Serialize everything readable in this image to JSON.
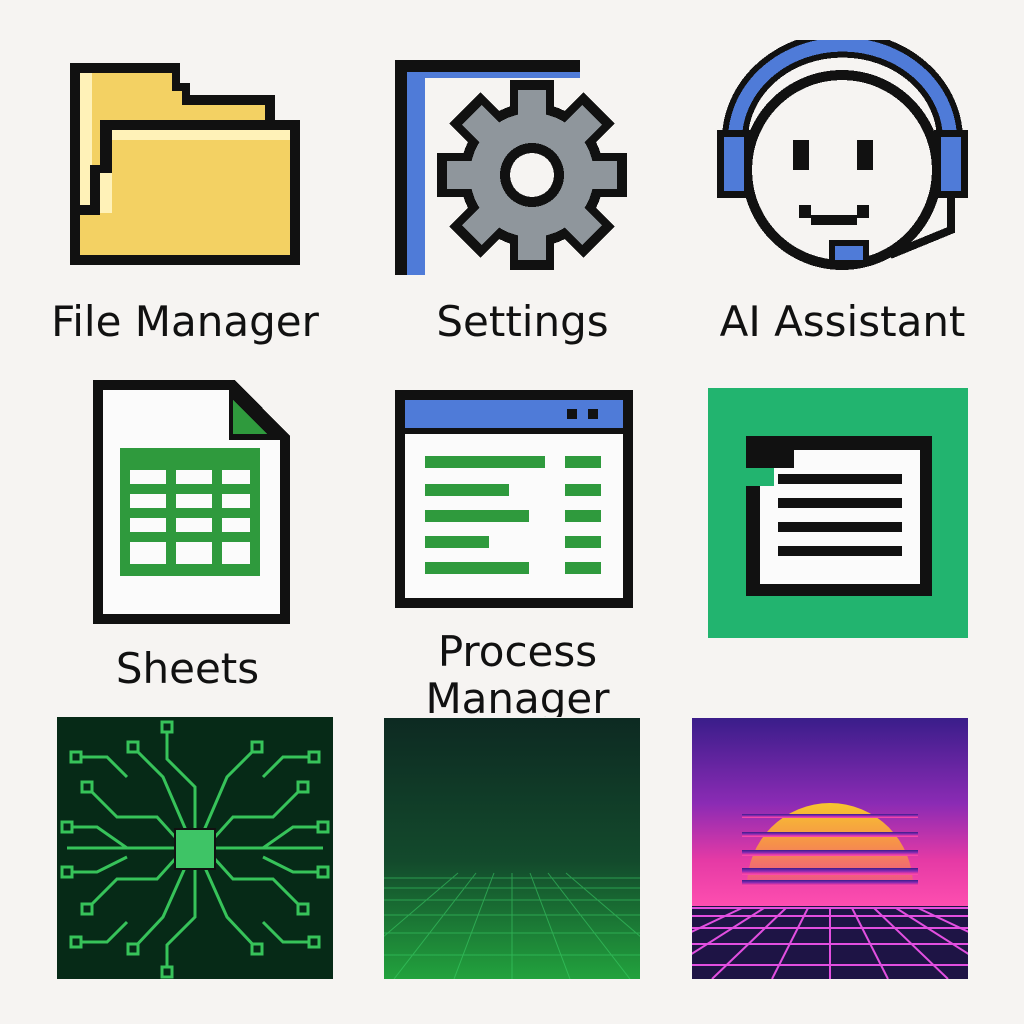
{
  "desktop": {
    "icons": [
      {
        "id": "file-manager",
        "label": "File Manager",
        "icon": "folder-icon"
      },
      {
        "id": "settings",
        "label": "Settings",
        "icon": "gear-icon"
      },
      {
        "id": "ai-assistant",
        "label": "AI Assistant",
        "icon": "headset-smiley-icon"
      },
      {
        "id": "sheets",
        "label": "Sheets",
        "icon": "spreadsheet-icon"
      },
      {
        "id": "process-manager",
        "label_line1": "Process",
        "label_line2": "Manager",
        "icon": "process-window-icon"
      },
      {
        "id": "notes",
        "label": "",
        "icon": "notes-icon"
      }
    ],
    "wallpapers": [
      {
        "id": "circuit",
        "name": "circuit-wallpaper"
      },
      {
        "id": "grid",
        "name": "grid-wallpaper"
      },
      {
        "id": "sunset",
        "name": "sunset-wallpaper"
      }
    ]
  },
  "colors": {
    "background": "#f6f4f2",
    "outline": "#111111",
    "folder": "#f3d163",
    "gear": "#8f969c",
    "accent_blue": "#4f7bd8",
    "sheet_green": "#2f9a3d",
    "notes_green": "#22b46f"
  }
}
